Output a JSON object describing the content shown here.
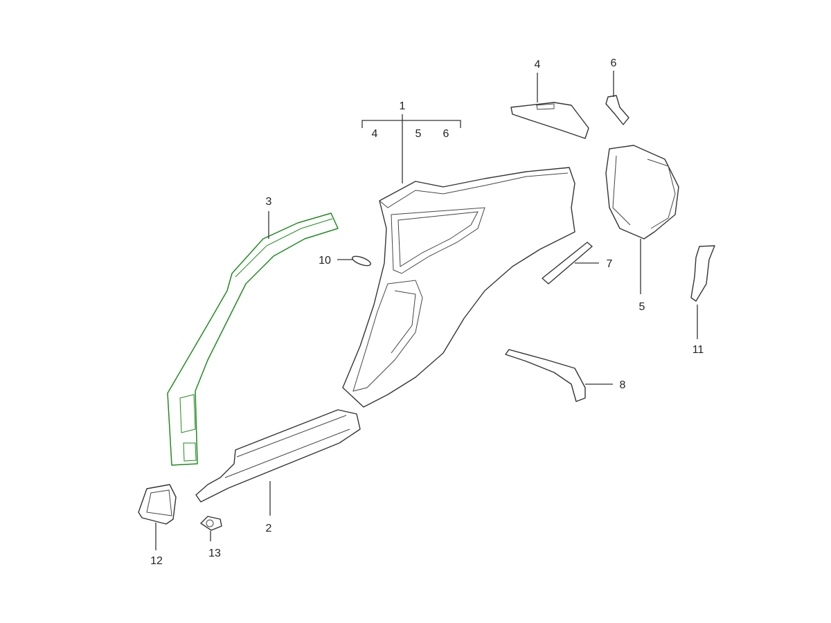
{
  "diagram": {
    "highlight_color": "#1e8a1e",
    "callouts": {
      "side_panel": "1",
      "sub_4": "4",
      "sub_5": "5",
      "sub_6": "6",
      "top_bracket": "4",
      "small_bracket": "6",
      "pillar": "3",
      "plug": "10",
      "strip": "7",
      "wheel_house": "5",
      "reinforcement_right": "11",
      "lower_bracket": "8",
      "sill": "2",
      "cover": "12",
      "grommet": "13"
    }
  }
}
